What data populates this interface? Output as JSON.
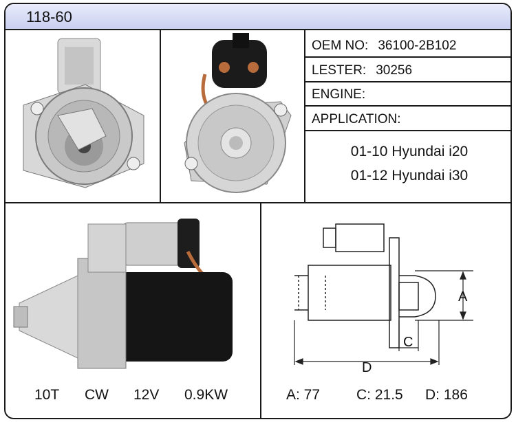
{
  "title": "118-60",
  "specs": {
    "oem_label": "OEM NO:",
    "oem_value": "36100-2B102",
    "lester_label": "LESTER:",
    "lester_value": "30256",
    "engine_label": "ENGINE:",
    "application_label": "APPLICATION:"
  },
  "applications": [
    "01-10 Hyundai i20",
    "01-12 Hyundai i30"
  ],
  "ratings": {
    "teeth": "10T",
    "rotation": "CW",
    "voltage": "12V",
    "power": "0.9KW"
  },
  "dimensions": {
    "a_letter": "A",
    "c_letter": "C",
    "d_letter": "D",
    "a_label": "A: 77",
    "c_label": "C: 21.5",
    "d_label": "D: 186"
  },
  "colors": {
    "border": "#1a1a1a",
    "title_bg": "#d6dbf5"
  }
}
